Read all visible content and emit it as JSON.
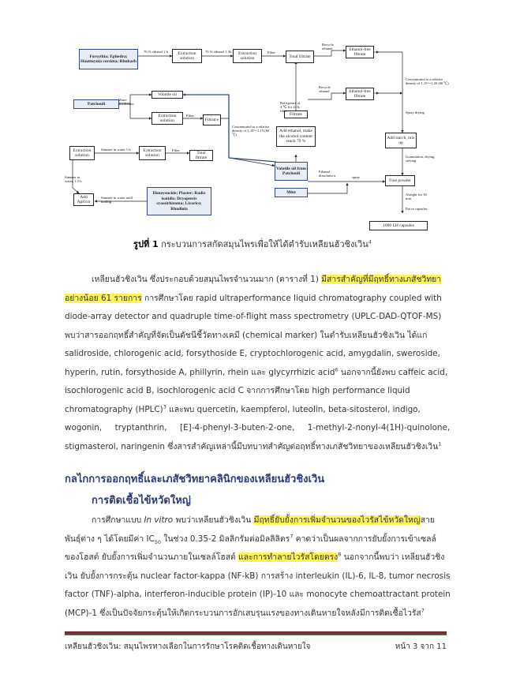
{
  "figure": {
    "boxes": {
      "herbs1": "Forsythia; Ephedra; Houttuynia cordata; Rhubarb",
      "extraction1": "Extraction solution",
      "extraction2": "Extraction solution",
      "total_filtrate1": "Total filtrate",
      "ethanol_free_filtrate1": "Ethanol-free filtrate",
      "volatile_oil": "Volatile oil",
      "patchouli": "Patchouli",
      "extraction3": "Extraction solution",
      "filtrate_small": "Filtrat e",
      "filtrate_mid": "Filtrate",
      "ethanol_free_filtrate2": "Ethanol-free filtrate",
      "add_ethanol": "Add ethanol, make the alcohol content reach 70 %",
      "volatile_oil_patchouli": "Volatile oil from Patchouli",
      "mint": "Mint",
      "extraction4": "Extraction solution",
      "extraction5": "Extraction solution",
      "total_filtrate2": "Total filtrate",
      "apricot": "Add Apricot",
      "herbs2": "Honeysuckle; Plaster; Radix isatidis; Dryopteris crassirhizoma; Licorice; Rhodiola",
      "add_starch": "Add starch, mix up",
      "fine_powder": "Fine powder",
      "capsules": "1000 LH capsules"
    },
    "labels": {
      "ethanol70_2h": "70 % ethanol 2 h",
      "ethanol70_15h": "70 % ethanol 1.5h",
      "filter1": "Filter",
      "recycle_ethanol1": "Recycle ethanol",
      "concentrated1": "Concentrated to a relative density of 1.15～1.20 (60 ℃)",
      "spray_drying": "Spray drying",
      "recycle_ethanol2": "Recycle ethanol",
      "refrigerate": "Refrigerate at 4 ℃ for 24 h, filter",
      "water_distillation": "Water distillation",
      "filter2": "Filter",
      "concentrated2": "Concentrated to a relative density of 1.10～1.15 (60 ℃)",
      "granulation": "Granulation, drying, sieving",
      "simmer1": "Simmer in water 1 h",
      "filter3": "Filter",
      "simmer2": "Simmer in water, 1.5 h",
      "ethanol_dissolution": "Ethanol dissolutio n",
      "spray": "spray",
      "simmer3": "Simmer in water until boiling",
      "airtight": "Airtight for 30 min",
      "put_capsules": "Put in capsules"
    }
  },
  "caption": {
    "label": "รูปที่ 1",
    "text": " กระบวนการสกัดสมุนไพรเพื่อให้ได้ตำรับเหลียนฮัวชิงเวิน",
    "ref": "4"
  },
  "para1": {
    "l1a": "เหลียนฮัวชิงเวิน ซึ่งประกอบด้วยสมุนไพรจำนวนมาก (ตารางที่ 1) ",
    "l1b": "มีสารสำคัญที่มีฤทธิ์ทางเภสัชวิทยา",
    "l2a": "อย่างน้อย 61 รายการ",
    "l2b": " การศึกษาโดย rapid ultraperformance liquid chromatography coupled with",
    "l3": "diode-array detector and quadruple time-of-flight mass spectrometry (UPLC-DAD-QTOF-MS)",
    "l4": "พบว่าสารออกฤทธิ์สำคัญที่จัดเป็นดัชนีชี้วัดทางเคมี (chemical marker) ในตำรับเหลียนฮัวชิงเวิน ได้แก่",
    "l5": "salidroside, chlorogenic acid, forsythoside E, cryptochlorogenic acid, amygdalin, sweroside,",
    "l6a": "hyperin, rutin, forsythoside A, phillyrin, rhein และ glycyrrhizic acid",
    "l6sup": "6",
    "l6b": " นอกจากนี้ยังพบ caffeic acid,",
    "l7": "isochlorogenic acid B, isochlorogenic acid C จากการศึกษาโดย high performance liquid",
    "l8a": "chromatography (HPLC)",
    "l8sup": "3",
    "l8b": " และพบ quercetin, kaempferol, luteolin, beta-sitosterol, indigo,",
    "l9": "wogonin,     tryptanthrin,     [E]-4-phenyl-3-buten-2-one,     1-methyl-2-nonyl-4(1H)-quinolone,",
    "l10a": "stigmasterol, naringenin ซึ่งสารสำคัญเหล่านี้มีบทบาทสำคัญต่อฤทธิ์ทางเภสัชวิทยาของเหลียนฮัวชิงเวิน",
    "l10sup": "1"
  },
  "heading1": "กลไกการออกฤทธิ์และเภสัชวิทยาคลินิกของเหลียนฮัวชิงเวิน",
  "heading2": "การติดเชื้อไข้หวัดใหญ่",
  "para2": {
    "l1a": "การศึกษาแบบ ",
    "l1i": "In vitro",
    "l1b": " พบว่าเหลียนฮัวชิงเวิน ",
    "l1c": "มีฤทธิ์ยับยั้งการเพิ่มจำนวนของไวรัสไข้หวัดใหญ่",
    "l1d": "สาย",
    "l2a": "พันธุ์ต่าง ๆ ได้โดยมีค่า IC",
    "l2sub": "50",
    "l2b": " ในช่วง 0.35-2 มิลลิกรัมต่อมิลลิลิตร",
    "l2sup": "7",
    "l2c": " คาดว่าเป็นผลจากการยับยั้งการเข้าเซลล์",
    "l3a": "ของโฮสต์ ยับยั้งการเพิ่มจำนวนภายในเซลล์โฮสต์ ",
    "l3b": "และการทำลายไวรัสโดยตรง",
    "l3sup": "8",
    "l3c": " นอกจากนี้พบว่า เหลียนฮัวชิง",
    "l4": "เวิน ยับยั้งการกระตุ้น nuclear factor-kappa (NF-kB) การสร้าง interleukin (IL)-6, IL-8, tumor necrosis",
    "l5": "factor (TNF)-alpha, interferon-inducible protein (IP)-10 และ monocyte chemoattractant protein",
    "l6a": "(MCP)-1 ซึ่งเป็นปัจจัยกระตุ้นให้เกิดกระบวนการอักเสบรุนแรงของทางเดินหายใจหลังมีการติดเชื้อไวรัส",
    "l6sup": "7"
  },
  "footer": {
    "left": "เหลียนฮัวชิงเวิน: สมุนไพรทางเลือกในการรักษาโรคติดเชื้อทางเดินหายใจ",
    "right": "หน้า 3 จาก 11"
  }
}
